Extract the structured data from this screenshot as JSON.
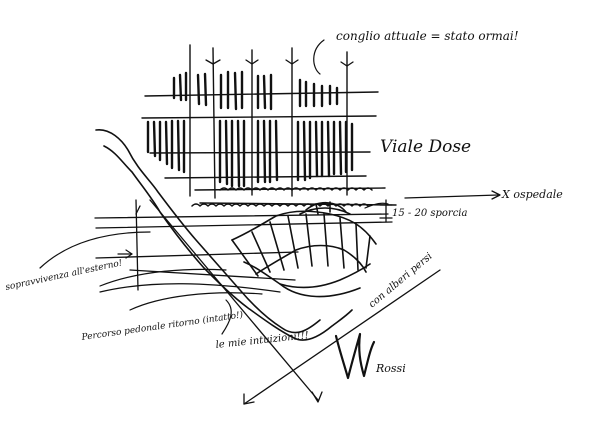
{
  "colors": {
    "ink": "#111111",
    "paper": "#ffffff"
  },
  "annotations": {
    "top_right_note": "conglio attuale = stato ormai!",
    "building_label": "Viale Dose",
    "right_label": "X ospedale",
    "street_measure": "15 - 20 sporcia",
    "right_diag_note": "con alberi persi",
    "left_note_1": "sopravvivenza all'esterno!",
    "left_note_2": "Percorso pedonale ritorno (intatto!)",
    "mid_note": "le mie intuizioni!!!",
    "signature": "Rossi"
  }
}
